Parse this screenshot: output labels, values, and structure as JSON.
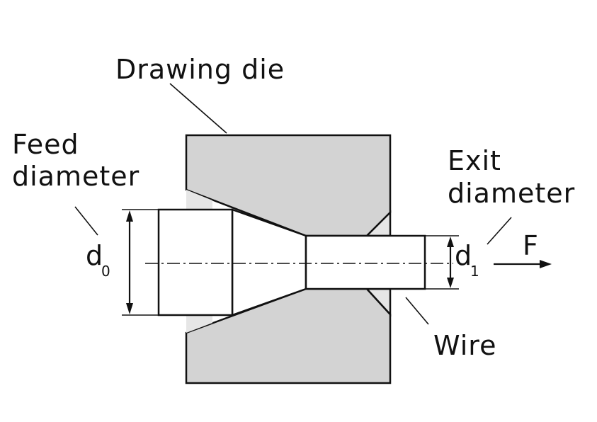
{
  "labels": {
    "drawing_die": "Drawing die",
    "feed_diameter_line1": "Feed",
    "feed_diameter_line2": "diameter",
    "exit_diameter_line1": "Exit",
    "exit_diameter_line2": "diameter",
    "wire": "Wire",
    "force": "F",
    "d0_main": "d",
    "d0_sub": "0",
    "d1_main": "d",
    "d1_sub": "1"
  },
  "colors": {
    "die_fill": "#d3d3d3",
    "relief_fill": "#e6e6e6",
    "line": "#111111"
  }
}
